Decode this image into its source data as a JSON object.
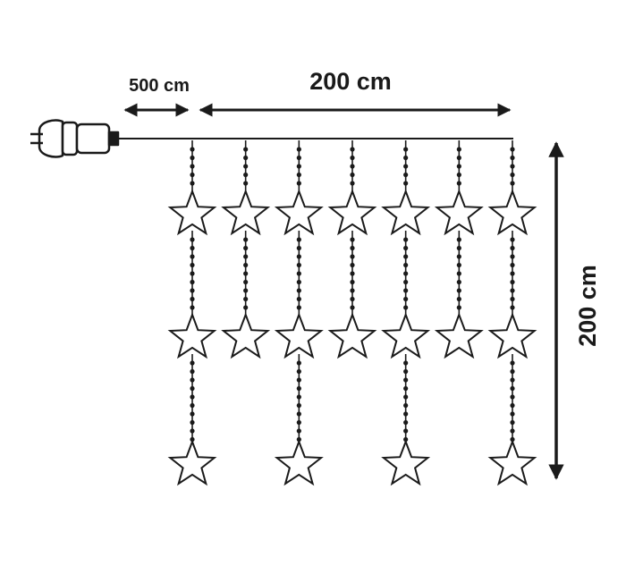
{
  "dimensions": {
    "cable_length": "500 cm",
    "curtain_width": "200 cm",
    "curtain_height": "200 cm"
  },
  "product": {
    "strand_count": 7,
    "stars_per_strand": [
      3,
      2,
      3,
      2,
      3,
      2,
      3
    ]
  },
  "icons": {
    "plug": "power-plug-icon",
    "star": "star-light-icon",
    "arrow": "double-arrow-icon"
  },
  "colors": {
    "line": "#1a1a1a",
    "background": "#ffffff"
  }
}
